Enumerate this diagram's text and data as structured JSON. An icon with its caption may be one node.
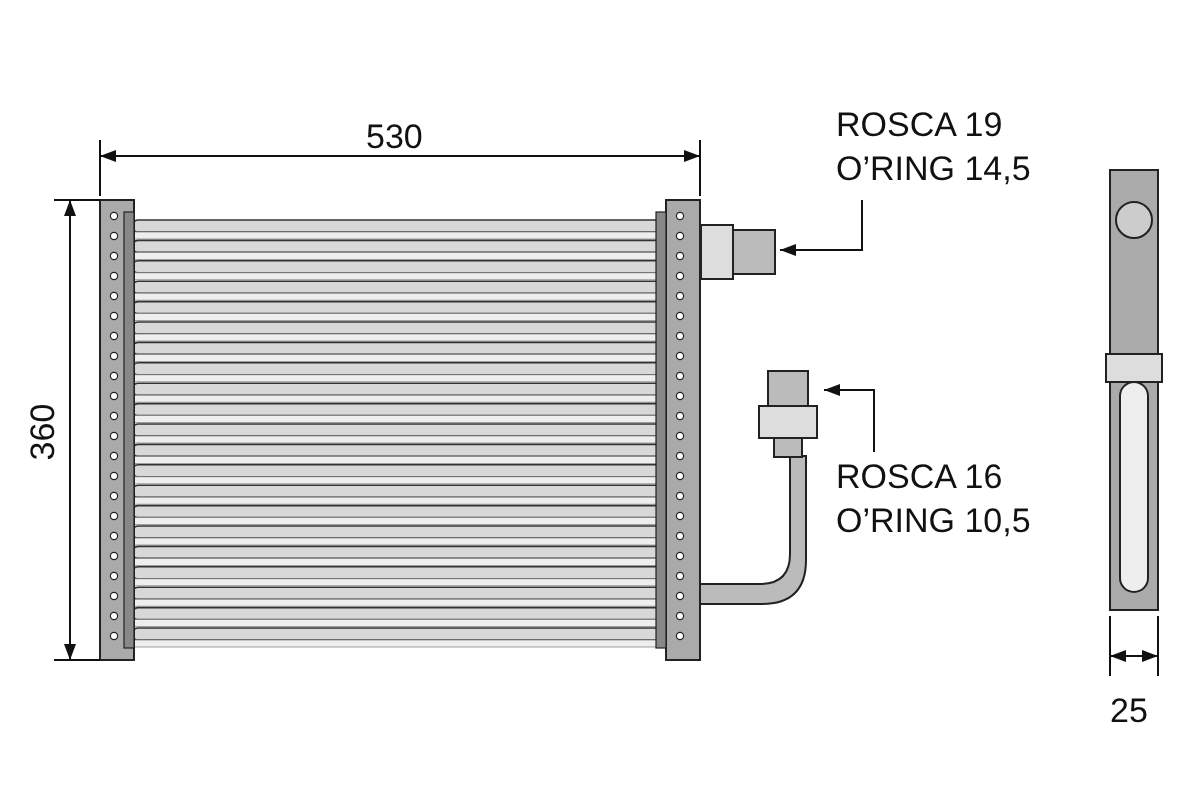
{
  "diagram": {
    "nodes": [
      {
        "text": [
          "ROSCA 19",
          "O’RING 14,5"
        ]
      },
      {
        "text": [],
        "shape": "picture"
      },
      {
        "text": [
          "ROSCA 16",
          "O’RING 10,5"
        ]
      },
      {
        "text": [],
        "shape": "picture"
      }
    ],
    "edges": [
      {
        "from": 0,
        "to": 1,
        "arrow": "to"
      },
      {
        "from": 2,
        "to": 3,
        "arrow": "to"
      }
    ],
    "labels": [
      "530",
      "360",
      "25"
    ]
  }
}
